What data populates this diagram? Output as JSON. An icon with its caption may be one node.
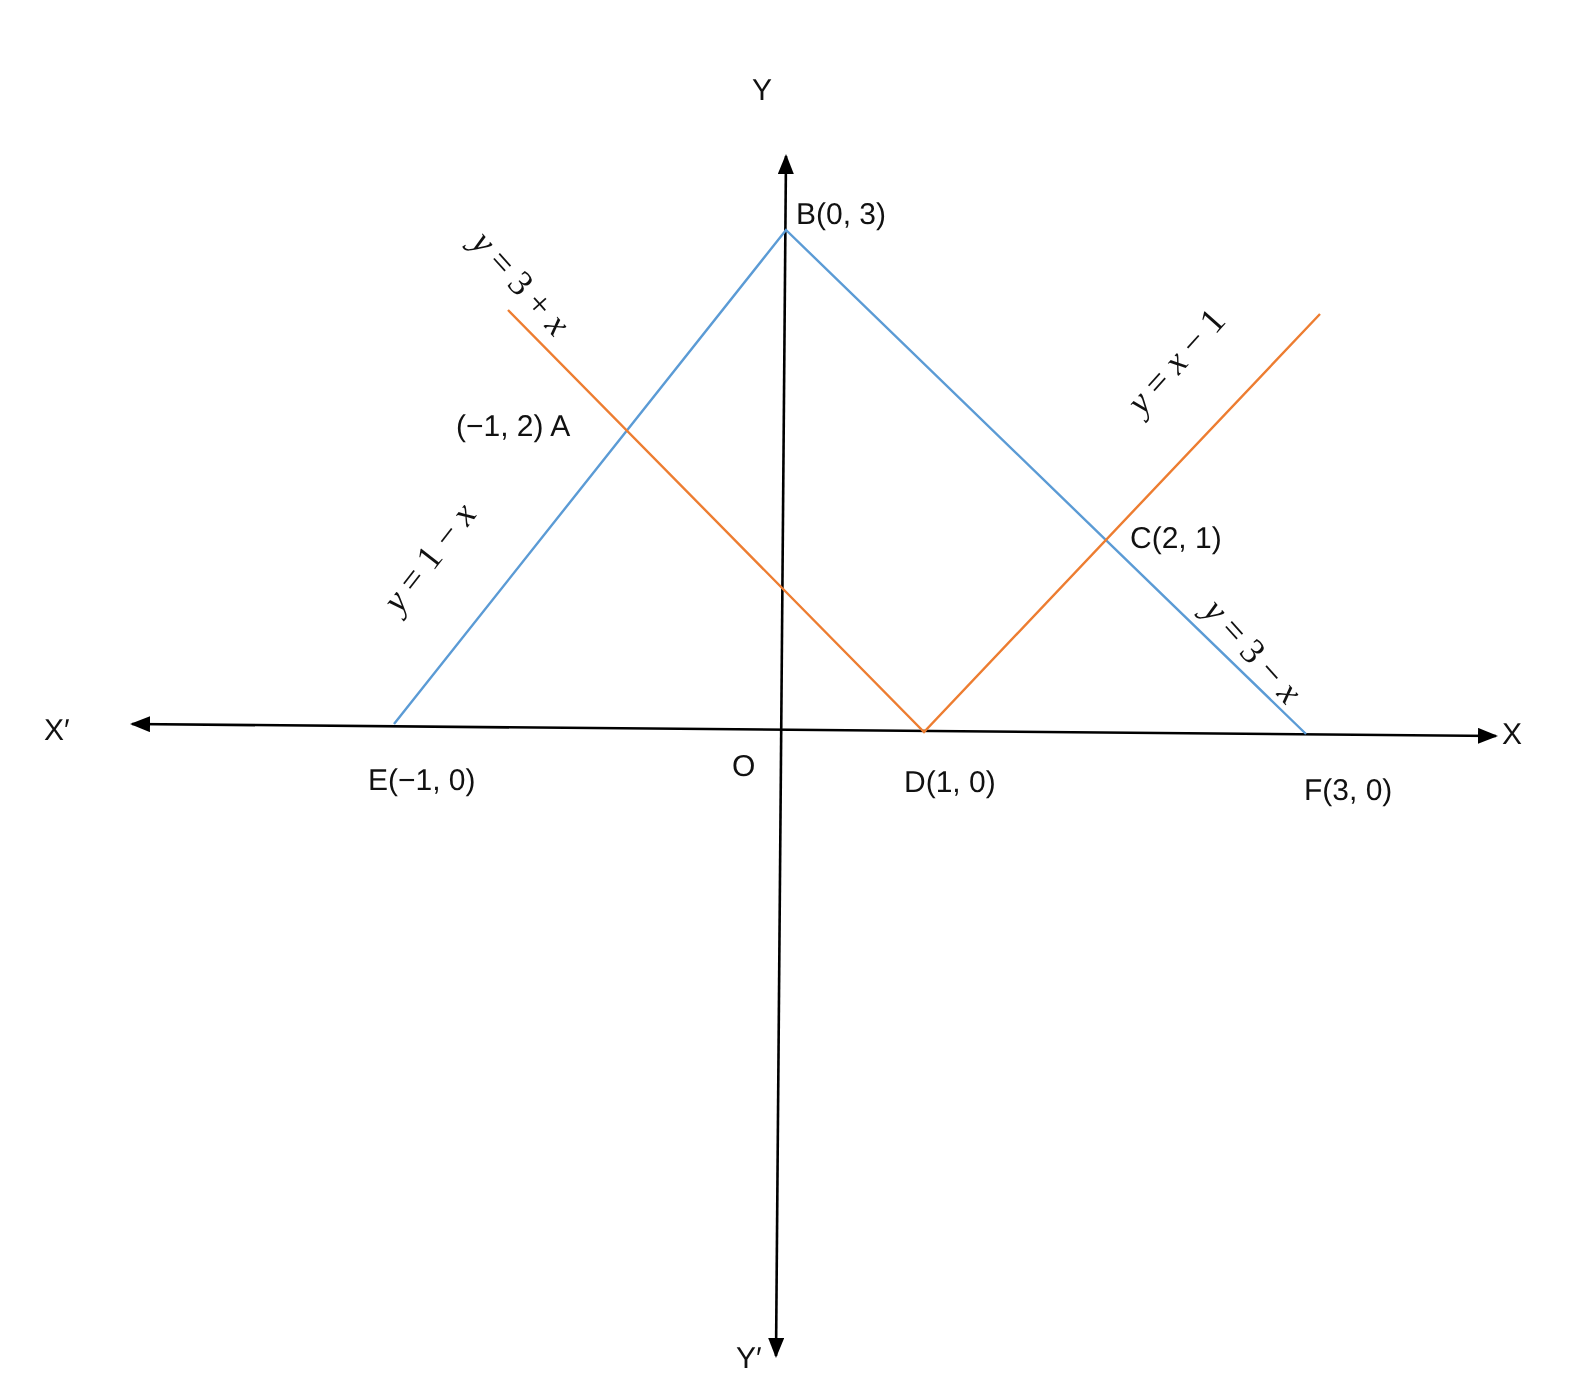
{
  "diagram": {
    "labels": [
      "Y",
      "B(0, 3)",
      "*y* = 3 + *x*",
      "(−1, 2) A",
      "*y* = *x* − 1",
      "C(2, 1)",
      "*y* = 1 − *x*",
      "*y* = 3 − *x*",
      "X′",
      "X",
      "E(−1, 0)",
      "O",
      "D(1, 0)",
      "F(3, 0)",
      "Y′"
    ]
  }
}
